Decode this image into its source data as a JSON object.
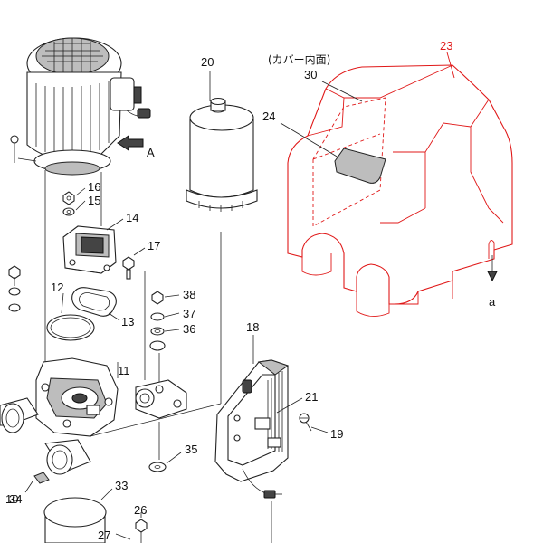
{
  "diagram": {
    "highlight_color": "#e01818",
    "cover_inner_note": "(カバー内面)",
    "arrow_a_label": "A",
    "arrow_small_a_label": "a",
    "callouts": {
      "c10": "10",
      "c11": "11",
      "c12": "12",
      "c13": "13",
      "c14": "14",
      "c15": "15",
      "c16": "16",
      "c17": "17",
      "c18": "18",
      "c19": "19",
      "c20": "20",
      "c21": "21",
      "c23": "23",
      "c24": "24",
      "c26": "26",
      "c27": "27",
      "c30": "30",
      "c33": "33",
      "c34": "34",
      "c35": "35",
      "c36": "36",
      "c37": "37",
      "c38": "38"
    }
  }
}
